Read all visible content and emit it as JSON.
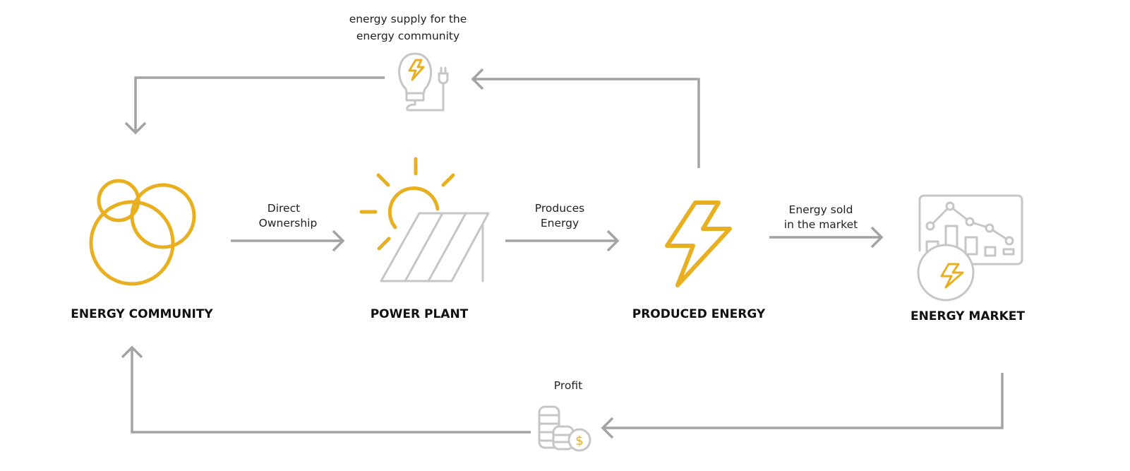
{
  "nodes": {
    "community": "ENERGY COMMUNITY",
    "plant": "POWER PLANT",
    "produced": "PRODUCED ENERGY",
    "market": "ENERGY MARKET"
  },
  "edges": {
    "ownership": [
      "Direct",
      "Ownership"
    ],
    "produces": [
      "Produces",
      "Energy"
    ],
    "sold": [
      "Energy sold",
      "in the market"
    ],
    "supply": [
      "energy supply for the",
      "energy community"
    ],
    "profit": "Profit"
  },
  "colors": {
    "accent": "#e8b020",
    "arrow": "#a3a3a3",
    "icon": "#c6c6c6"
  }
}
